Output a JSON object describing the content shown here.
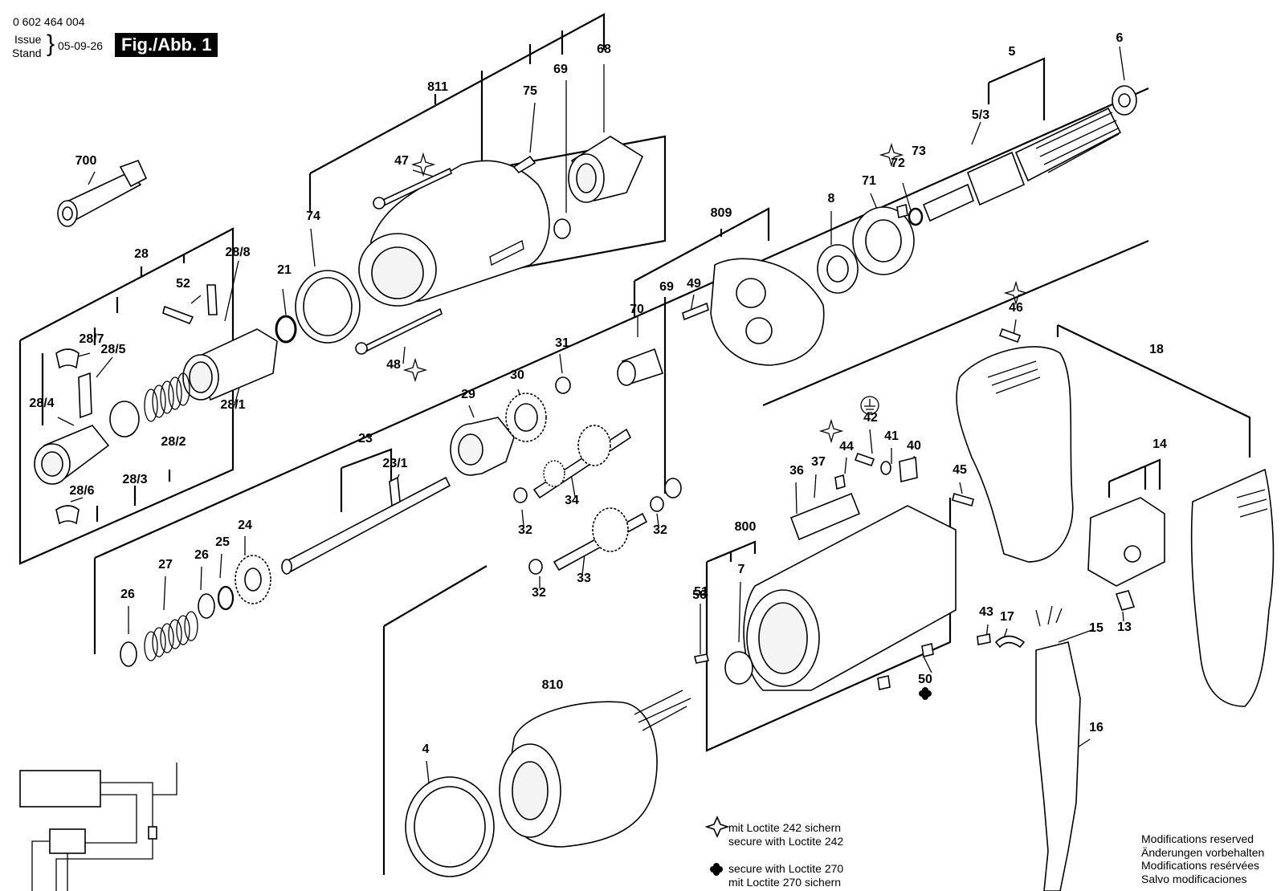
{
  "header": {
    "part_number": "0 602 464 004",
    "issue_label": "Issue",
    "stand_label": "Stand",
    "date": "05-09-26",
    "figure_label": "Fig./Abb. 1"
  },
  "callouts": [
    "700",
    "811",
    "74",
    "47",
    "75",
    "69",
    "68",
    "809",
    "8",
    "71",
    "72",
    "73",
    "5",
    "5/3",
    "6",
    "28",
    "52",
    "28/8",
    "28/7",
    "28/5",
    "28/4",
    "28/1",
    "28/2",
    "28/3",
    "28/6",
    "21",
    "48",
    "70",
    "69",
    "49",
    "31",
    "30",
    "29",
    "23",
    "23/1",
    "34",
    "32",
    "32",
    "32",
    "33",
    "24",
    "25",
    "26",
    "27",
    "26",
    "46",
    "18",
    "42",
    "41",
    "40",
    "44",
    "37",
    "36",
    "45",
    "14",
    "13",
    "800",
    "7",
    "51",
    "56",
    "43",
    "17",
    "15",
    "50",
    "16",
    "810",
    "4"
  ],
  "legend": {
    "loctite242_de": "mit Loctite 242 sichern",
    "loctite242_en": "secure with Loctite 242",
    "loctite270_en": "secure with Loctite 270",
    "loctite270_de": "mit Loctite 270 sichern"
  },
  "modifications": {
    "en": "Modifications reserved",
    "de": "Änderungen vorbehalten",
    "fr": "Modifications resérvées",
    "es": "Salvo modificaciones"
  },
  "icons": {
    "loctite242": "four-point-star-icon",
    "loctite270": "four-leaf-clover-icon",
    "ground": "ground-symbol-icon"
  }
}
